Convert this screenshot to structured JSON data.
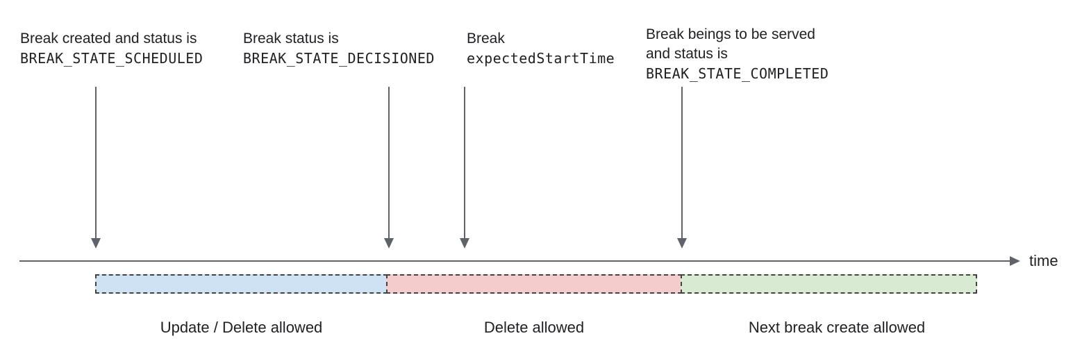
{
  "figure": {
    "background": "#ffffff",
    "text_color": "#202124",
    "line_color": "#5f6368"
  },
  "annotations": [
    {
      "line1": "Break created and status is",
      "code": "BREAK_STATE_SCHEDULED"
    },
    {
      "line1": "Break status is",
      "code": "BREAK_STATE_DECISIONED"
    },
    {
      "line1": "Break",
      "code": "expectedStartTime"
    },
    {
      "line1": "Break beings to be served",
      "line2": "and status is",
      "code": "BREAK_STATE_COMPLETED"
    }
  ],
  "timeline": {
    "axis_label": "time",
    "color": "#5f6368"
  },
  "segments": [
    {
      "label": "Update / Delete allowed",
      "fill": "#cfe2f3",
      "border": "#434343"
    },
    {
      "label": "Delete allowed",
      "fill": "#f4cccc",
      "border": "#434343"
    },
    {
      "label": "Next break create allowed",
      "fill": "#d9ead3",
      "border": "#434343"
    }
  ]
}
